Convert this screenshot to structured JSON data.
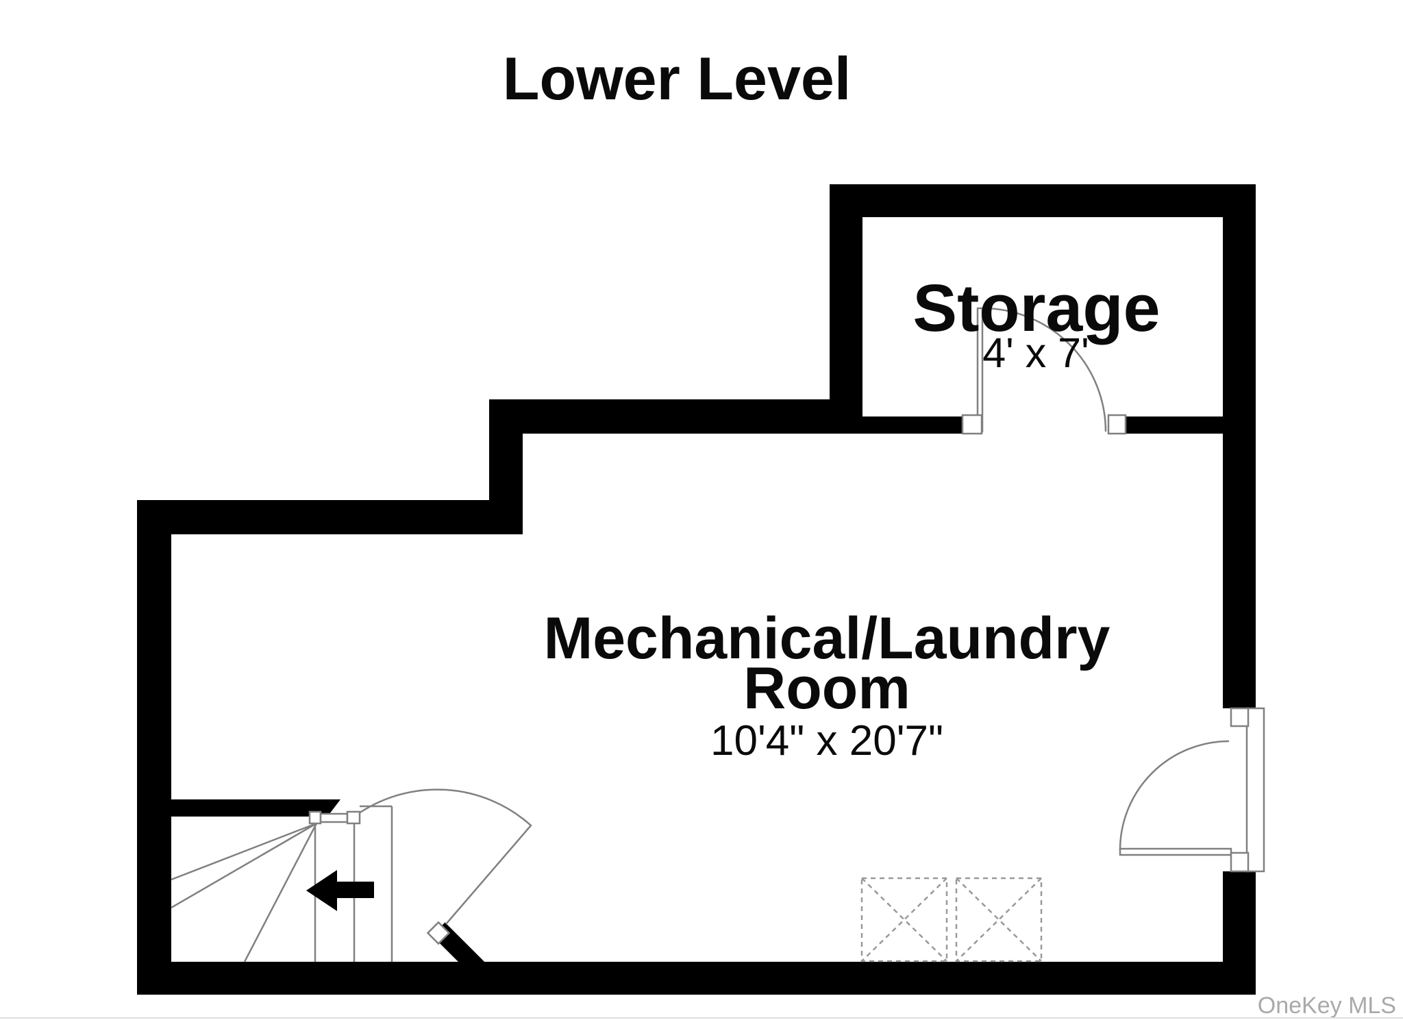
{
  "floor_plan": {
    "title": "Lower Level",
    "rooms": {
      "storage": {
        "label": "Storage",
        "dimensions": "4' x 7'"
      },
      "mechanical_laundry": {
        "label_line1": "Mechanical/Laundry",
        "label_line2": "Room",
        "dimensions": "10'4\" x 20'7\""
      }
    },
    "symbols": {
      "stair_direction_arrow": "left-arrow",
      "appliances": "two dashed crossed squares (washer/dryer)",
      "doors": "quarter-circle swing arcs"
    },
    "watermark": "OneKey MLS",
    "colors": {
      "wall": "#000000",
      "background": "#ffffff",
      "stair_line": "#808080",
      "appliance_dash": "#999999",
      "watermark": "#a9a9a9",
      "bottom_rule": "#dcdfe2"
    }
  }
}
